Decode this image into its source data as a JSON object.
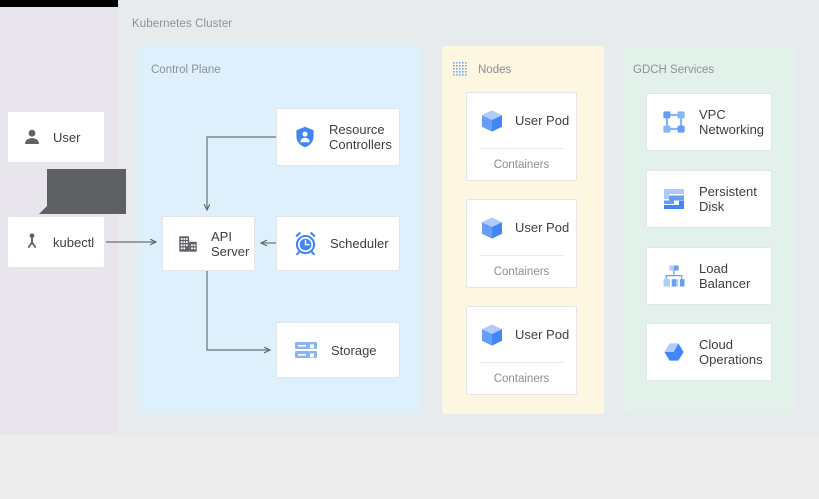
{
  "diagram": {
    "title": "Kubernetes Cluster",
    "background_color": "#e8ebee",
    "page_background_color": "#ececed",
    "left_rail_color": "#e8e6ec"
  },
  "actors": [
    {
      "id": "user",
      "label": "User",
      "icon": "person-icon"
    },
    {
      "id": "kubectl",
      "label": "kubectl",
      "icon": "kubectl-icon"
    }
  ],
  "zones": {
    "control_plane": {
      "label": "Control Plane",
      "color": "#ddf0fc",
      "nodes": [
        {
          "id": "resource-controllers",
          "label": "Resource\nControllers",
          "icon": "shield-person-icon"
        },
        {
          "id": "api-server",
          "label": "API\nServer",
          "icon": "server-building-icon"
        },
        {
          "id": "scheduler",
          "label": "Scheduler",
          "icon": "alarm-clock-icon"
        },
        {
          "id": "storage",
          "label": "Storage",
          "icon": "storage-disks-icon"
        }
      ]
    },
    "nodes": {
      "label": "Nodes",
      "color": "#fdf6e0",
      "icon": "dot-grid-icon",
      "pods": [
        {
          "label": "User Pod",
          "sublabel": "Containers",
          "icon": "cube-icon"
        },
        {
          "label": "User Pod",
          "sublabel": "Containers",
          "icon": "cube-icon"
        },
        {
          "label": "User Pod",
          "sublabel": "Containers",
          "icon": "cube-icon"
        }
      ]
    },
    "gdch_services": {
      "label": "GDCH Services",
      "color": "#e2f1e9",
      "services": [
        {
          "label": "VPC\nNetworking",
          "icon": "vpc-network-icon"
        },
        {
          "label": "Persistent\nDisk",
          "icon": "persistent-disk-icon"
        },
        {
          "label": "Load\nBalancer",
          "icon": "load-balancer-icon"
        },
        {
          "label": "Cloud\nOperations",
          "icon": "cloud-operations-icon"
        }
      ]
    }
  },
  "connections": [
    {
      "from": "kubectl",
      "to": "api-server",
      "direction": "right"
    },
    {
      "from": "resource-controllers",
      "to": "api-server",
      "direction": "down"
    },
    {
      "from": "scheduler",
      "to": "api-server",
      "direction": "left"
    },
    {
      "from": "api-server",
      "to": "storage",
      "direction": "right"
    }
  ],
  "overlay": {
    "tooltip_color": "#5f6063",
    "text": ""
  }
}
